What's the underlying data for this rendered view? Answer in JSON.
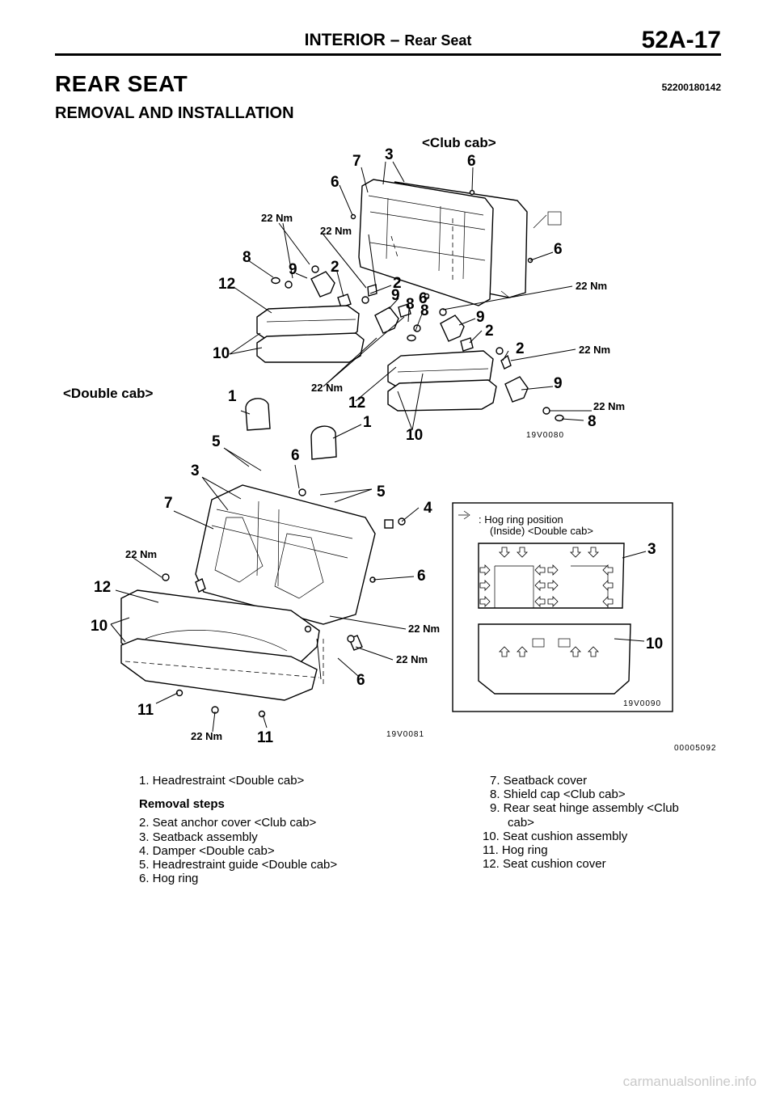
{
  "header": {
    "title_main": "INTERIOR",
    "title_sep": " – ",
    "title_sub": "Rear Seat",
    "page_code": "52A-17"
  },
  "section": {
    "title": "REAR SEAT",
    "code": "52200180142",
    "subtitle": "REMOVAL AND INSTALLATION"
  },
  "figure": {
    "club_cab_caption": "<Club cab>",
    "double_cab_caption": "<Double cab>",
    "torque": "22 Nm",
    "code_club": "19V0080",
    "code_double": "19V0081",
    "code_inset": "19V0090",
    "code_figure": "00005092",
    "inset_note_line1": ": Hog ring position",
    "inset_note_line2": "(Inside) <Double cab>",
    "callouts": [
      "1",
      "2",
      "3",
      "4",
      "5",
      "6",
      "7",
      "8",
      "9",
      "10",
      "11",
      "12"
    ]
  },
  "legend": {
    "item1": "1. Headrestraint <Double cab>",
    "steps_heading": "Removal steps",
    "item2": "2. Seat anchor cover <Club cab>",
    "item3": "3. Seatback assembly",
    "item4": "4. Damper <Double cab>",
    "item5": "5. Headrestraint guide <Double cab>",
    "item6": "6. Hog ring",
    "item7": "7. Seatback cover",
    "item8": "8. Shield cap <Club cab>",
    "item9a": "9. Rear seat hinge assembly <Club",
    "item9b": "cab>",
    "item10": "10. Seat cushion assembly",
    "item11": "11. Hog ring",
    "item12": "12. Seat cushion cover"
  },
  "watermark": "carmanualsonline.info"
}
